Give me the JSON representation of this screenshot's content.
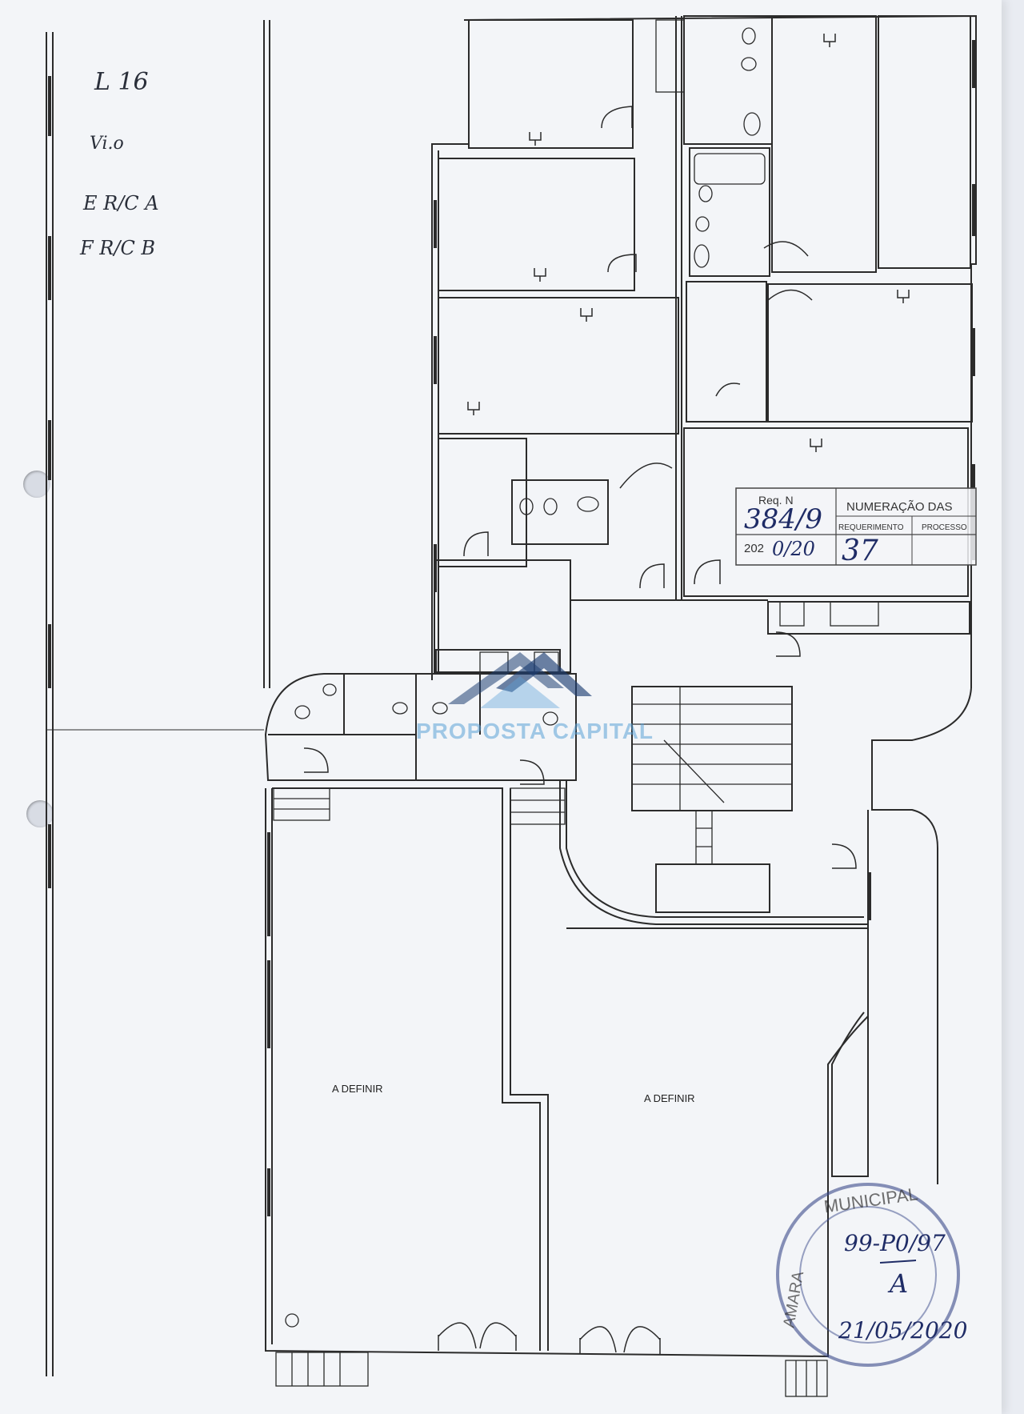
{
  "annotations": {
    "lot": "L 16",
    "line2": "Vi.o",
    "line3": "E R/C A",
    "line4": "F R/C B"
  },
  "rooms": {
    "left": "A DEFINIR",
    "right": "A DEFINIR"
  },
  "stamp": {
    "req_label": "Req. N",
    "req_number": "384/9",
    "year_prefix": "202",
    "year_suffix": "0/20",
    "header": "NUMERAÇÃO DAS",
    "col_requerimento": "REQUERIMENTO",
    "col_processo": "PROCESSO",
    "process_number": "37"
  },
  "seal": {
    "ring_text": "MUNICIPAL",
    "ring_left": "AMARA",
    "ref": "99-P0/97",
    "initials": "A",
    "date": "21/05/2020"
  },
  "watermark": {
    "text": "PROPOSTA CAPITAL"
  },
  "colors": {
    "ink": "#2b2b2b",
    "stamp_blue": "#3a4a8a",
    "watermark_blue": "#5aa0d6",
    "watermark_dark": "#1f3f73"
  }
}
